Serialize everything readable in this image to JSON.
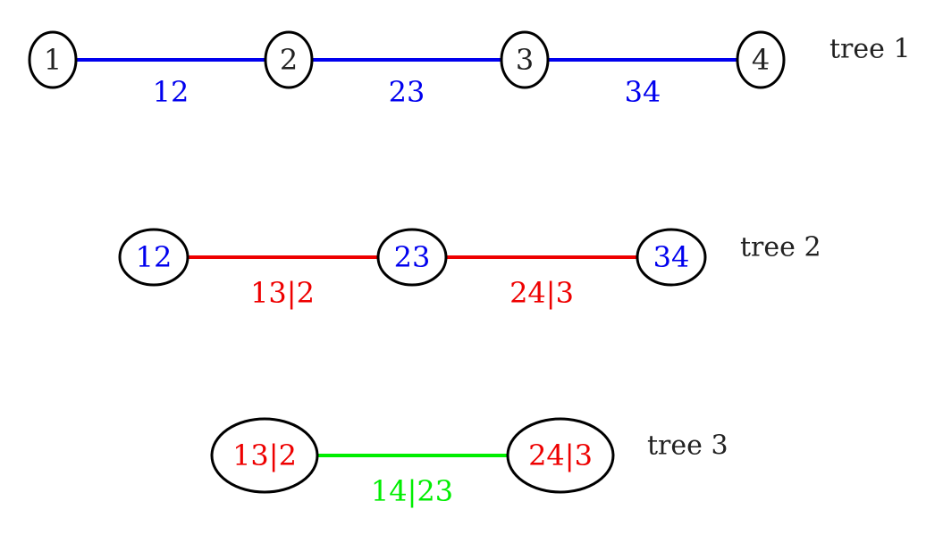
{
  "colors": {
    "node_stroke": "#000000",
    "black_text": "#222222",
    "blue": "#0000ee",
    "red": "#ee0000",
    "green": "#00ee00"
  },
  "trees": [
    {
      "label": "tree 1",
      "nodes": [
        {
          "text": "1",
          "color": "#222222"
        },
        {
          "text": "2",
          "color": "#222222"
        },
        {
          "text": "3",
          "color": "#222222"
        },
        {
          "text": "4",
          "color": "#222222"
        }
      ],
      "edges": [
        {
          "text": "12",
          "color": "#0000ee"
        },
        {
          "text": "23",
          "color": "#0000ee"
        },
        {
          "text": "34",
          "color": "#0000ee"
        }
      ]
    },
    {
      "label": "tree 2",
      "nodes": [
        {
          "text": "12",
          "color": "#0000ee"
        },
        {
          "text": "23",
          "color": "#0000ee"
        },
        {
          "text": "34",
          "color": "#0000ee"
        }
      ],
      "edges": [
        {
          "text": "13|2",
          "color": "#ee0000"
        },
        {
          "text": "24|3",
          "color": "#ee0000"
        }
      ]
    },
    {
      "label": "tree 3",
      "nodes": [
        {
          "text": "13|2",
          "color": "#ee0000"
        },
        {
          "text": "24|3",
          "color": "#ee0000"
        }
      ],
      "edges": [
        {
          "text": "14|23",
          "color": "#00ee00"
        }
      ]
    }
  ]
}
